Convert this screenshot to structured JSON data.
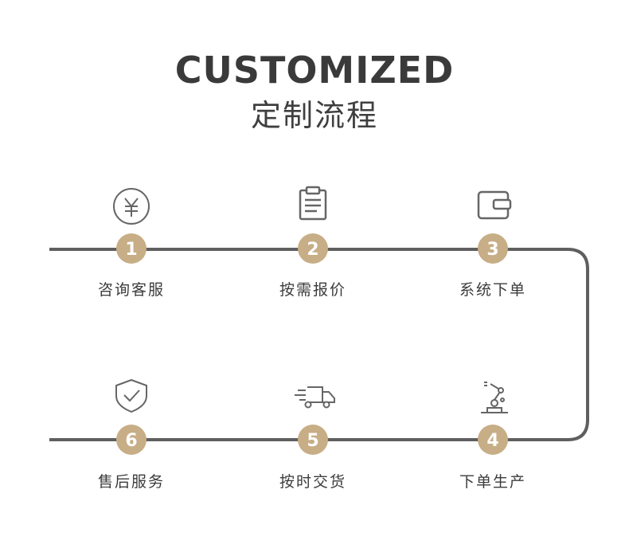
{
  "header": {
    "title": "CUSTOMIZED",
    "subtitle": "定制流程"
  },
  "steps": [
    {
      "number": "1",
      "label": "咨询客服",
      "icon": "yen-icon"
    },
    {
      "number": "2",
      "label": "按需报价",
      "icon": "clipboard-icon"
    },
    {
      "number": "3",
      "label": "系统下单",
      "icon": "wallet-icon"
    },
    {
      "number": "4",
      "label": "下单生产",
      "icon": "robot-arm-icon"
    },
    {
      "number": "5",
      "label": "按时交货",
      "icon": "delivery-truck-icon"
    },
    {
      "number": "6",
      "label": "售后服务",
      "icon": "shield-check-icon"
    }
  ],
  "colors": {
    "line": "#5f5f5f",
    "badge": "#c7ae86",
    "icon": "#666666",
    "text": "#3b3b3b"
  }
}
